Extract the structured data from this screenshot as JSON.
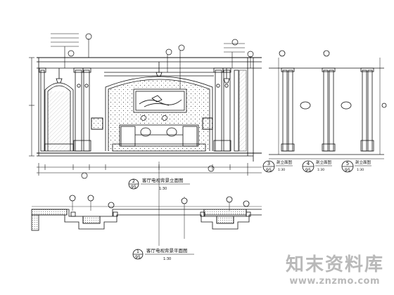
{
  "drawing": {
    "main_elevation": {
      "ref_number": "2",
      "ref_sheet": "95",
      "title": "客厅电视背景立面图",
      "scale": "1:30"
    },
    "plan": {
      "ref_number": "1",
      "ref_sheet": "95",
      "title": "客厅电视背景平面图",
      "scale": "1:30"
    },
    "details": [
      {
        "ref_number": "3",
        "ref_sheet": "95",
        "title": "剖立面图",
        "scale": "1:30"
      },
      {
        "ref_number": "4",
        "ref_sheet": "95",
        "title": "剖立面图",
        "scale": "1:30"
      },
      {
        "ref_number": "5",
        "ref_sheet": "95",
        "title": "剖立面图",
        "scale": "1:30"
      }
    ]
  },
  "watermark": {
    "brand": "知末资料库",
    "url": "www.znzmo.com"
  }
}
